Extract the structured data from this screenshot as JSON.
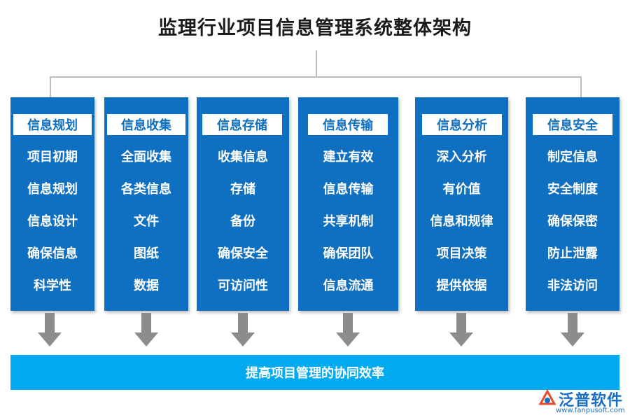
{
  "title": "监理行业项目信息管理系统整体架构",
  "columns": [
    {
      "header": "信息规划",
      "items": [
        "项目初期",
        "信息规划",
        "信息设计",
        "确保信息",
        "科学性"
      ]
    },
    {
      "header": "信息收集",
      "items": [
        "全面收集",
        "各类信息",
        "文件",
        "图纸",
        "数据"
      ]
    },
    {
      "header": "信息存储",
      "items": [
        "收集信息",
        "存储",
        "备份",
        "确保安全",
        "可访问性"
      ]
    },
    {
      "header": "信息传输",
      "items": [
        "建立有效",
        "信息传输",
        "共享机制",
        "确保团队",
        "信息流通"
      ]
    },
    {
      "header": "信息分析",
      "items": [
        "深入分析",
        "有价值",
        "信息和规律",
        "项目决策",
        "提供依据"
      ]
    },
    {
      "header": "信息安全",
      "items": [
        "制定信息",
        "安全制度",
        "确保保密",
        "防止泄露",
        "非法访问"
      ]
    }
  ],
  "bottom_bar": "提高项目管理的协同效率",
  "logo": {
    "name": "泛普软件",
    "url": "www.fanpusoft.com"
  },
  "colors": {
    "column": "#0f6fc0",
    "bar": "#00aaee",
    "arrow": "#8c8c8c",
    "connector": "#bdbdbd"
  }
}
